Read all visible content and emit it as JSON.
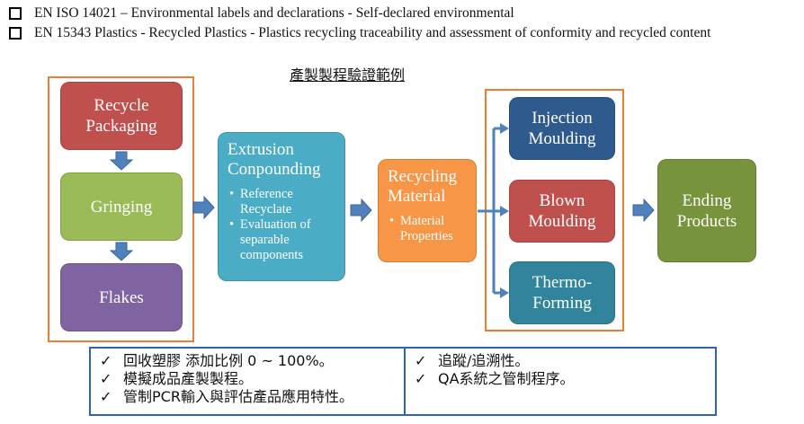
{
  "standards": [
    {
      "icon": "checkbox-icon",
      "text": "EN ISO 14021 – Environmental labels and declarations - Self-declared environmental"
    },
    {
      "icon": "checkbox-icon",
      "text": "EN 15343 Plastics - Recycled Plastics - Plastics recycling traceability and assessment of conformity and recycled content"
    }
  ],
  "diagram_title": "產製製程驗證範例",
  "stages": {
    "recycle_packaging": {
      "label": "Recycle Packaging",
      "color": "#c0504d"
    },
    "gringing": {
      "label": "Gringing",
      "color": "#9bbb59"
    },
    "flakes": {
      "label": "Flakes",
      "color": "#8064a2"
    },
    "extrusion": {
      "label": "Extrusion Conpounding",
      "color": "#4bacc6",
      "bullets": [
        "Reference Recyclate",
        "Evaluation of separable components"
      ]
    },
    "recycling_material": {
      "label": "Recycling Material",
      "color": "#f79646",
      "bullets": [
        "Material Properties"
      ]
    },
    "injection": {
      "label": "Injection Moulding",
      "color": "#2f5a8e"
    },
    "blown": {
      "label": "Blown Moulding",
      "color": "#c0504d"
    },
    "thermo": {
      "label": "Thermo-Forming",
      "color": "#31849b"
    },
    "ending": {
      "label": "Ending Products",
      "color": "#77933c"
    }
  },
  "colors": {
    "frame": "#ed7d31",
    "arrow": "#4f81bd",
    "notes_border": "#2e64b0"
  },
  "notes_left": [
    {
      "check": "✓",
      "text": "回收塑膠 添加比例 0 ~ 100%。"
    },
    {
      "check": "✓",
      "text": "模擬成品產製製程。"
    },
    {
      "check": "✓",
      "text": "管制PCR輸入與評估產品應用特性。"
    }
  ],
  "notes_right": [
    {
      "check": "✓",
      "text": "追蹤/追溯性。"
    },
    {
      "check": "✓",
      "text": "QA系統之管制程序。"
    }
  ]
}
